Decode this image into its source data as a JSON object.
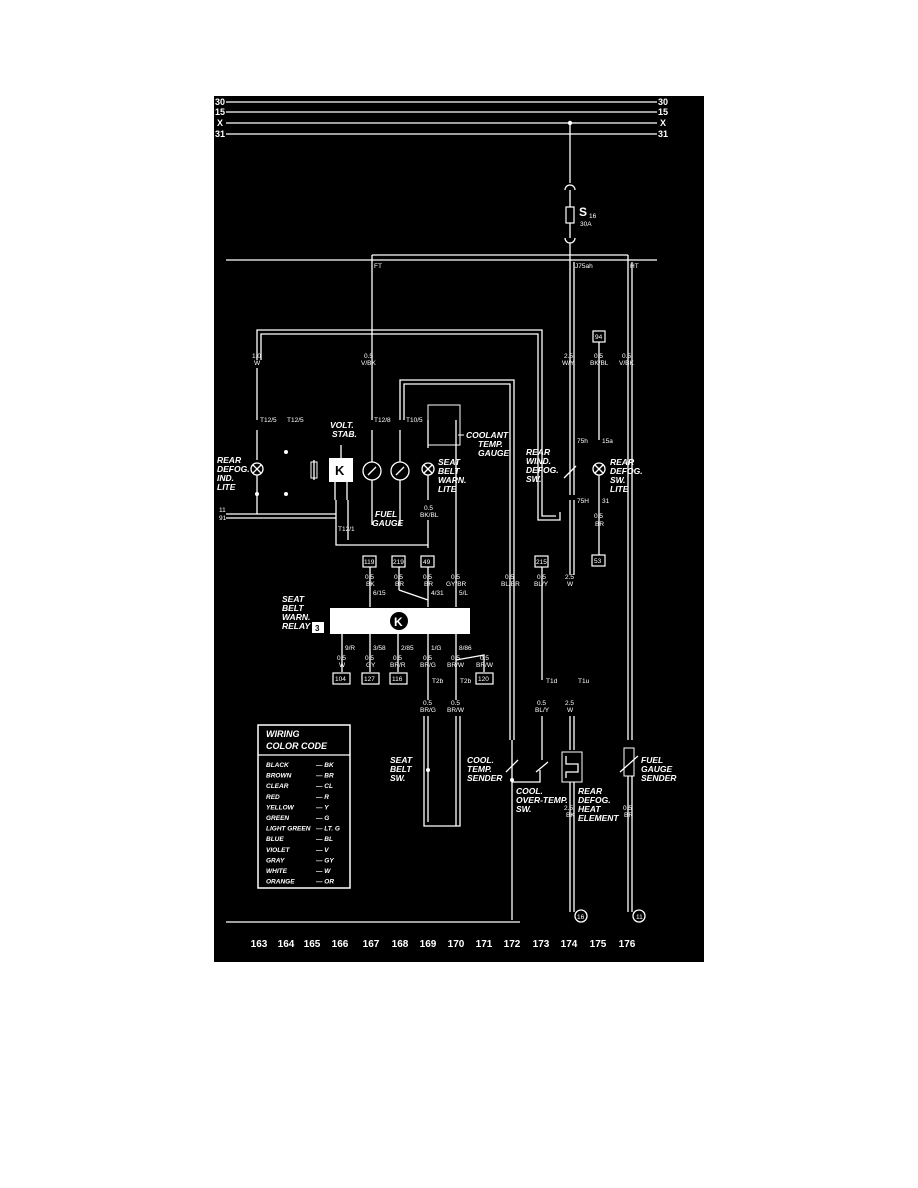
{
  "buses": {
    "left": [
      "30",
      "15",
      "X",
      "31"
    ],
    "right": [
      "30",
      "15",
      "X",
      "31"
    ]
  },
  "fuse": {
    "name": "S",
    "sub": "16",
    "rating": "30A"
  },
  "connectors": {
    "ft": "FT",
    "j75ah": "J75ah",
    "ht": "HT",
    "t12_5a": "T12/5",
    "t12_5b": "T12/5",
    "t12_8": "T12/8",
    "t10_5": "T10/5",
    "t12_1": "T12/1",
    "c75h_top": "75h",
    "c75H_bot": "75H",
    "c15a": "15a",
    "c31": "31",
    "c6_15": "6/15",
    "c4_31": "4/31",
    "c5_l": "5/L",
    "c9_r": "9/R",
    "c3_58": "3/58",
    "c2_85": "2/85",
    "c1_g": "1/G",
    "c8_86": "8/86",
    "t2b_a": "T2b",
    "t2b_b": "T2b",
    "t1d": "T1d",
    "t1u": "T1u",
    "l11": "11",
    "l91": "91"
  },
  "refs": {
    "r94": "94",
    "r119": "119",
    "r219": "219",
    "r49": "49",
    "r215": "215",
    "r53": "53",
    "r104": "104",
    "r127": "127",
    "r116": "116",
    "r120": "120",
    "relay_num": "3",
    "end16": "16",
    "end11": "11"
  },
  "wires": {
    "w1": [
      "1.0",
      "W"
    ],
    "w2": [
      "0.5",
      "V/BK"
    ],
    "w3": [
      "2.5",
      "W/Y"
    ],
    "w4": [
      "0.5",
      "BK/BL"
    ],
    "w5": [
      "0.5",
      "V/BK"
    ],
    "w6": [
      "0.5",
      "BK/BL"
    ],
    "w7": [
      "0.5",
      "BK"
    ],
    "w8": [
      "0.5",
      "BR"
    ],
    "w9": [
      "0.5",
      "BR"
    ],
    "w10": [
      "0.5",
      "GY/BR"
    ],
    "w11": [
      "0.5",
      "BL/BR"
    ],
    "w12": [
      "0.5",
      "BL/Y"
    ],
    "w13": [
      "2.5",
      "W"
    ],
    "w14": [
      "0.5",
      "BR"
    ],
    "w15": [
      "0.5",
      "W"
    ],
    "w16": [
      "0.5",
      "GY"
    ],
    "w17": [
      "0.5",
      "BR/R"
    ],
    "w18": [
      "0.5",
      "BR/G"
    ],
    "w19": [
      "0.5",
      "BR/W"
    ],
    "w20": [
      "0.5",
      "BR/W"
    ],
    "w21": [
      "0.5",
      "BR/G"
    ],
    "w22": [
      "0.5",
      "BR/W"
    ],
    "w23": [
      "0.5",
      "BL/Y"
    ],
    "w24": [
      "2.5",
      "W"
    ],
    "w25": [
      "2.5",
      "BK"
    ],
    "w26": [
      "0.5",
      "BR"
    ]
  },
  "components": {
    "rear_defog_ind": [
      "REAR",
      "DEFOG.",
      "IND.",
      "LITE"
    ],
    "volt_stab": [
      "VOLT.",
      "STAB."
    ],
    "coolant_gauge": [
      "COOLANT",
      "TEMP.",
      "GAUGE"
    ],
    "seat_belt_lite": [
      "SEAT",
      "BELT",
      "WARN.",
      "LITE"
    ],
    "fuel_gauge": [
      "FUEL",
      "GAUGE"
    ],
    "rear_wind_sw": [
      "REAR",
      "WIND.",
      "DEFOG.",
      "SW."
    ],
    "rear_defog_sw_lite": [
      "REAR",
      "DEFOG.",
      "SW.",
      "LITE"
    ],
    "seat_belt_relay": [
      "SEAT",
      "BELT",
      "WARN.",
      "RELAY"
    ],
    "seat_belt_sw": [
      "SEAT",
      "BELT",
      "SW."
    ],
    "cool_temp_sender": [
      "COOL.",
      "TEMP.",
      "SENDER"
    ],
    "cool_over_sw": [
      "COOL.",
      "OVER-TEMP.",
      "SW."
    ],
    "rear_defog_heat": [
      "REAR",
      "DEFOG.",
      "HEAT",
      "ELEMENT"
    ],
    "fuel_gauge_sender": [
      "FUEL",
      "GAUGE",
      "SENDER"
    ]
  },
  "legend": {
    "title": [
      "WIRING",
      "COLOR CODE"
    ],
    "rows": [
      [
        "BLACK",
        "BK"
      ],
      [
        "BROWN",
        "BR"
      ],
      [
        "CLEAR",
        "CL"
      ],
      [
        "RED",
        "R"
      ],
      [
        "YELLOW",
        "Y"
      ],
      [
        "GREEN",
        "G"
      ],
      [
        "LIGHT GREEN",
        "LT. G"
      ],
      [
        "BLUE",
        "BL"
      ],
      [
        "VIOLET",
        "V"
      ],
      [
        "GRAY",
        "GY"
      ],
      [
        "WHITE",
        "W"
      ],
      [
        "ORANGE",
        "OR"
      ]
    ]
  },
  "columns": [
    "163",
    "164",
    "165",
    "166",
    "167",
    "168",
    "169",
    "170",
    "171",
    "172",
    "173",
    "174",
    "175",
    "176"
  ],
  "colors": {
    "background": "#000000",
    "ink": "#ffffff",
    "page": "#ffffff"
  }
}
